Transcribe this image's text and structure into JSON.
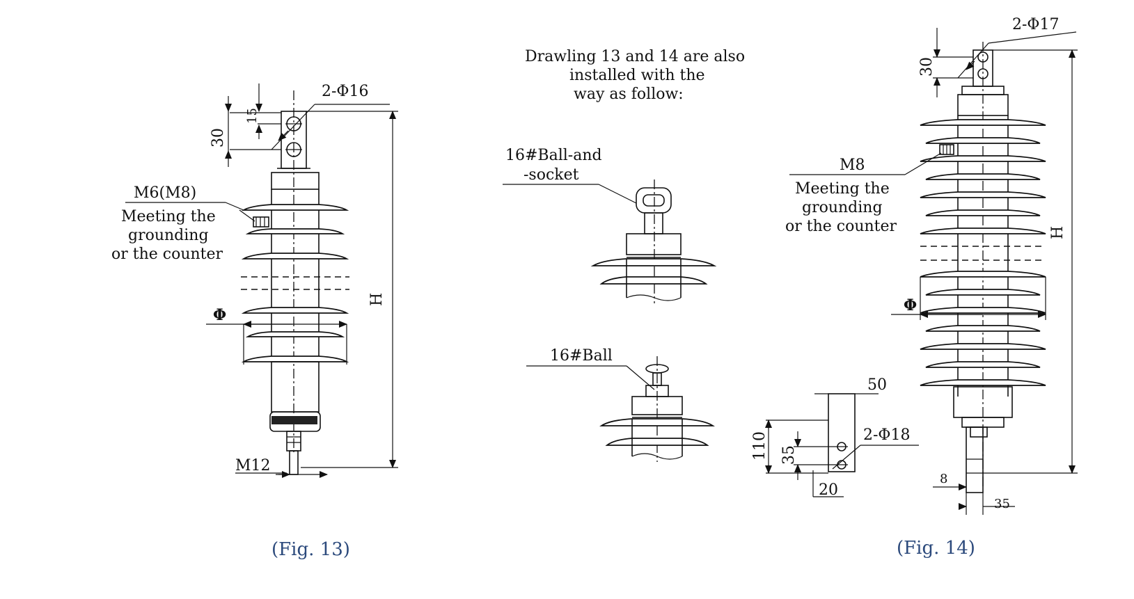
{
  "fig13": {
    "caption": "(Fig. 13)",
    "hole_label": "2-Φ16",
    "dim_15": "15",
    "dim_30": "30",
    "thread_label": "M6(M8)",
    "note_line1": "Meeting the",
    "note_line2": "grounding",
    "note_line3": "or the counter",
    "dia_label": "Φ",
    "height_label": "H",
    "bottom_thread": "M12"
  },
  "middle": {
    "note_line1": "Drawling 13 and 14 are also",
    "note_line2": "installed with the",
    "note_line3": "way as follow:",
    "ball_socket_line1": "16#Ball-and",
    "ball_socket_line2": "-socket",
    "ball_label": "16#Ball"
  },
  "fig14": {
    "caption": "(Fig. 14)",
    "hole_label": "2-Φ17",
    "dim_30": "30",
    "thread_label": "M8",
    "note_line1": "Meeting the",
    "note_line2": "grounding",
    "note_line3": "or the counter",
    "dia_label": "Φ",
    "height_label": "H",
    "dim_8": "8",
    "dim_35_bottom": "35"
  },
  "bracket": {
    "dim_50": "50",
    "holes_label": "2-Φ18",
    "dim_110": "110",
    "dim_35": "35",
    "dim_20": "20"
  },
  "colors": {
    "caption": "#2c4a7c",
    "line": "#111111"
  }
}
